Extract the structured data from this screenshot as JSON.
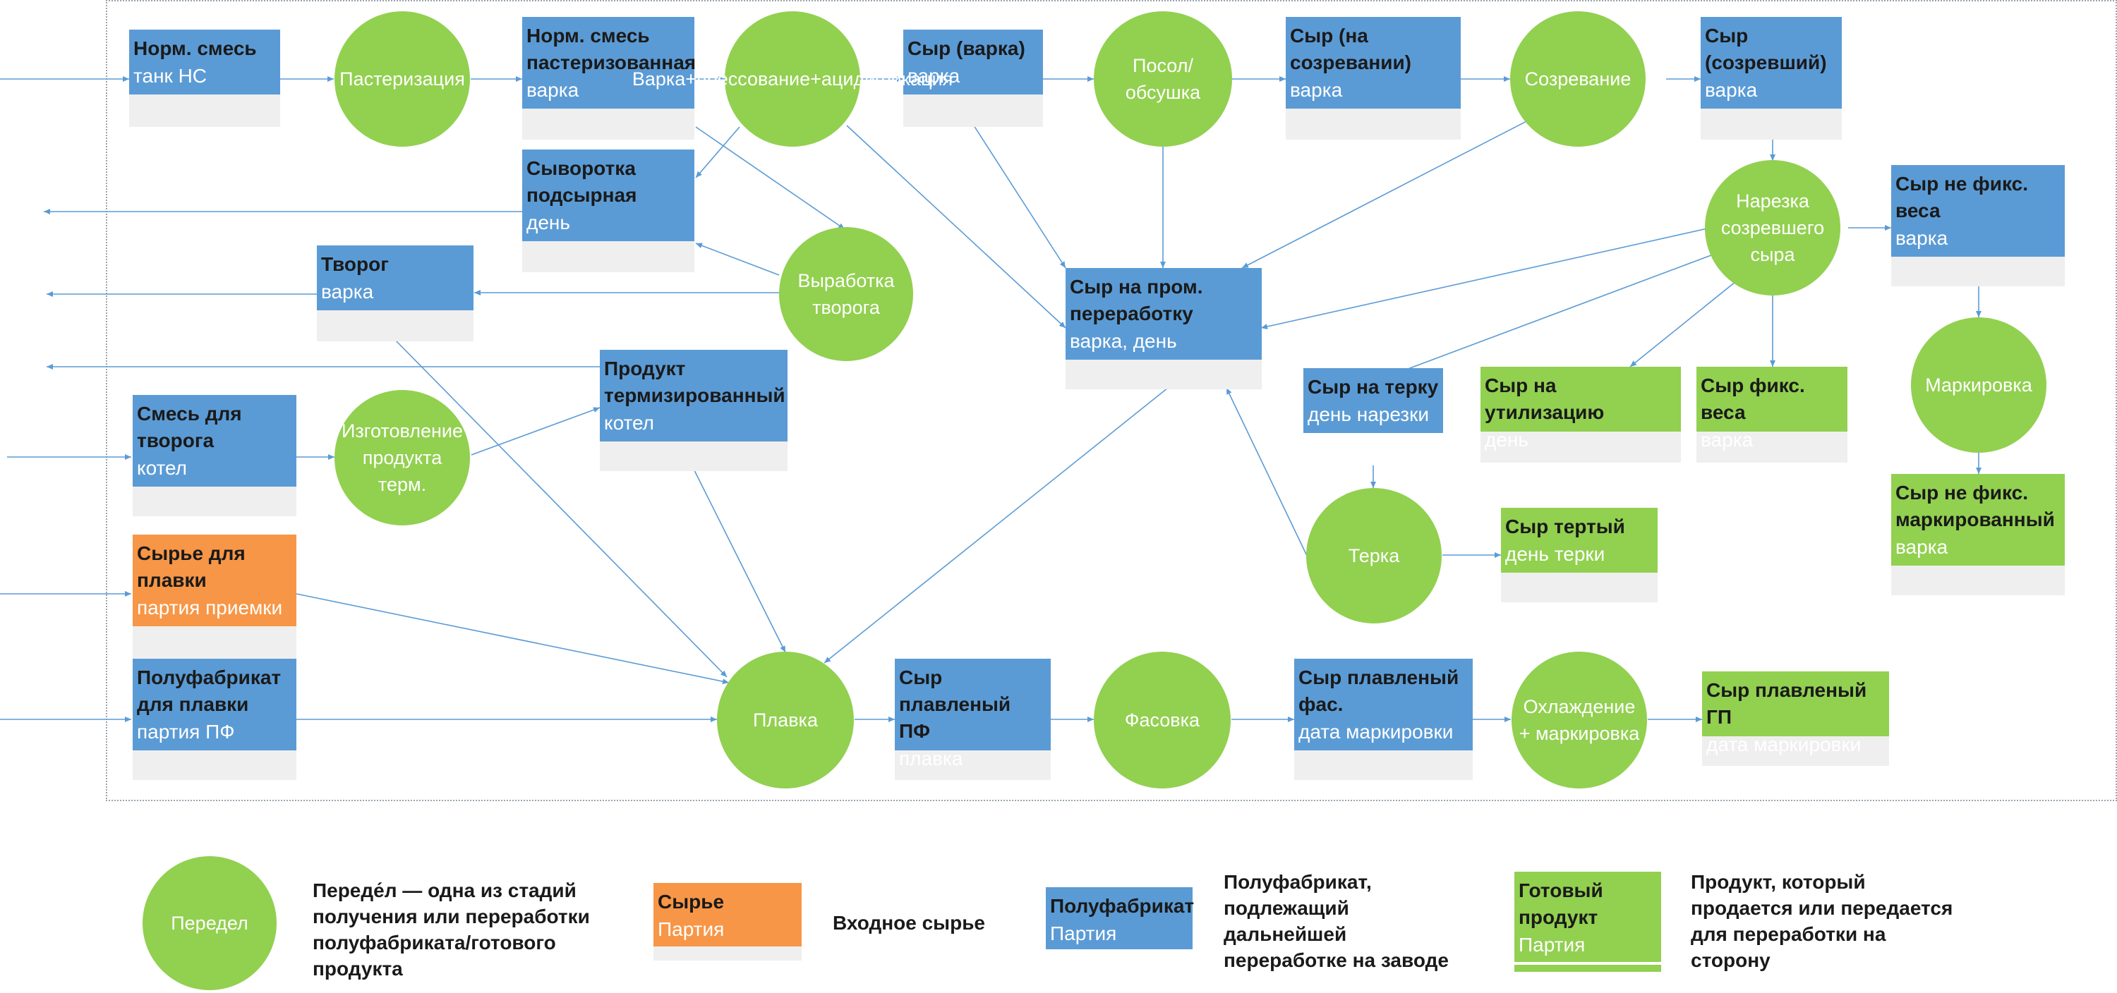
{
  "nodes": {
    "norm_smes": {
      "name": "Норм. смесь",
      "sub": "танк НС"
    },
    "norm_smes_past": {
      "name": "Норм. смесь пастеризованная",
      "sub": "варка"
    },
    "syr_varka": {
      "name": "Сыр (варка)",
      "sub": "варка"
    },
    "syr_na_sozrevanii": {
      "name": "Сыр (на созревании)",
      "sub": "варка"
    },
    "syr_sozrevshiy": {
      "name": "Сыр (созревший)",
      "sub": "варка"
    },
    "syvorotka": {
      "name": "Сыворотка подсырная",
      "sub": "день"
    },
    "tvorog": {
      "name": "Творог",
      "sub": "варка"
    },
    "syr_prom": {
      "name": "Сыр на пром. переработку",
      "sub": "варка, день"
    },
    "syr_ne_fiks": {
      "name": "Сыр не фикс. веса",
      "sub": "варка"
    },
    "produkt_term": {
      "name": "Продукт термизированный",
      "sub": "котел"
    },
    "smes_tvorog": {
      "name": "Смесь для творога",
      "sub": "котел"
    },
    "syr_na_terku": {
      "name": "Сыр на терку",
      "sub": "день нарезки"
    },
    "syr_util": {
      "name": "Сыр на утилизацию",
      "sub": "день"
    },
    "syr_fiks": {
      "name": "Сыр фикс. веса",
      "sub": "варка"
    },
    "syr_ne_fiks_mark": {
      "name": "Сыр не фикс. маркированный",
      "sub": "варка"
    },
    "syre_plavki": {
      "name": "Сырье для плавки",
      "sub": "партия приемки"
    },
    "syr_tertyy": {
      "name": "Сыр тертый",
      "sub": "день терки"
    },
    "pf_plavki": {
      "name": "Полуфабрикат для плавки",
      "sub": "партия ПФ"
    },
    "syr_plav_pf": {
      "name": "Сыр плавленый ПФ",
      "sub": "плавка"
    },
    "syr_plav_fas": {
      "name": "Сыр плавленый фас.",
      "sub": "дата маркировки"
    },
    "syr_plav_gp": {
      "name": "Сыр плавленый ГП",
      "sub": "дата маркировки"
    }
  },
  "processes": {
    "pasterizaciya": "Пастеризация",
    "varka": "Варка+прессование+ацидификация",
    "posol": "Посол/ обсушка",
    "sozrevanie": "Созревание",
    "narezka": "Нарезка созревшего сыра",
    "vyrabotka": "Выработка творога",
    "markirovka": "Маркировка",
    "izgotovlenie": "Изготовление продукта терм.",
    "terka": "Терка",
    "plavka": "Плавка",
    "fasovka": "Фасовка",
    "ohlazhdenie": "Охлаждение + маркировка"
  },
  "legend": {
    "peredel_label": "Передел",
    "peredel_desc": "Переде́л — одна из стадий получения или переработки полуфабриката/готового продукта",
    "syre_title": "Сырье",
    "syre_sub": "Партия",
    "syre_desc": "Входное сырье",
    "pf_title": "Полуфабрикат",
    "pf_sub": "Партия",
    "pf_desc": "Полуфабрикат, подлежащий дальнейшей переработке на заводе",
    "gp_title": "Готовый продукт",
    "gp_sub": "Партия",
    "gp_desc": "Продукт, который продается или передается для переработки на сторону"
  },
  "colors": {
    "semi_product": "#5b9bd5",
    "raw_material": "#f79646",
    "finished_product": "#92d050",
    "process": "#92d050",
    "arrow": "#5b9bd5"
  }
}
